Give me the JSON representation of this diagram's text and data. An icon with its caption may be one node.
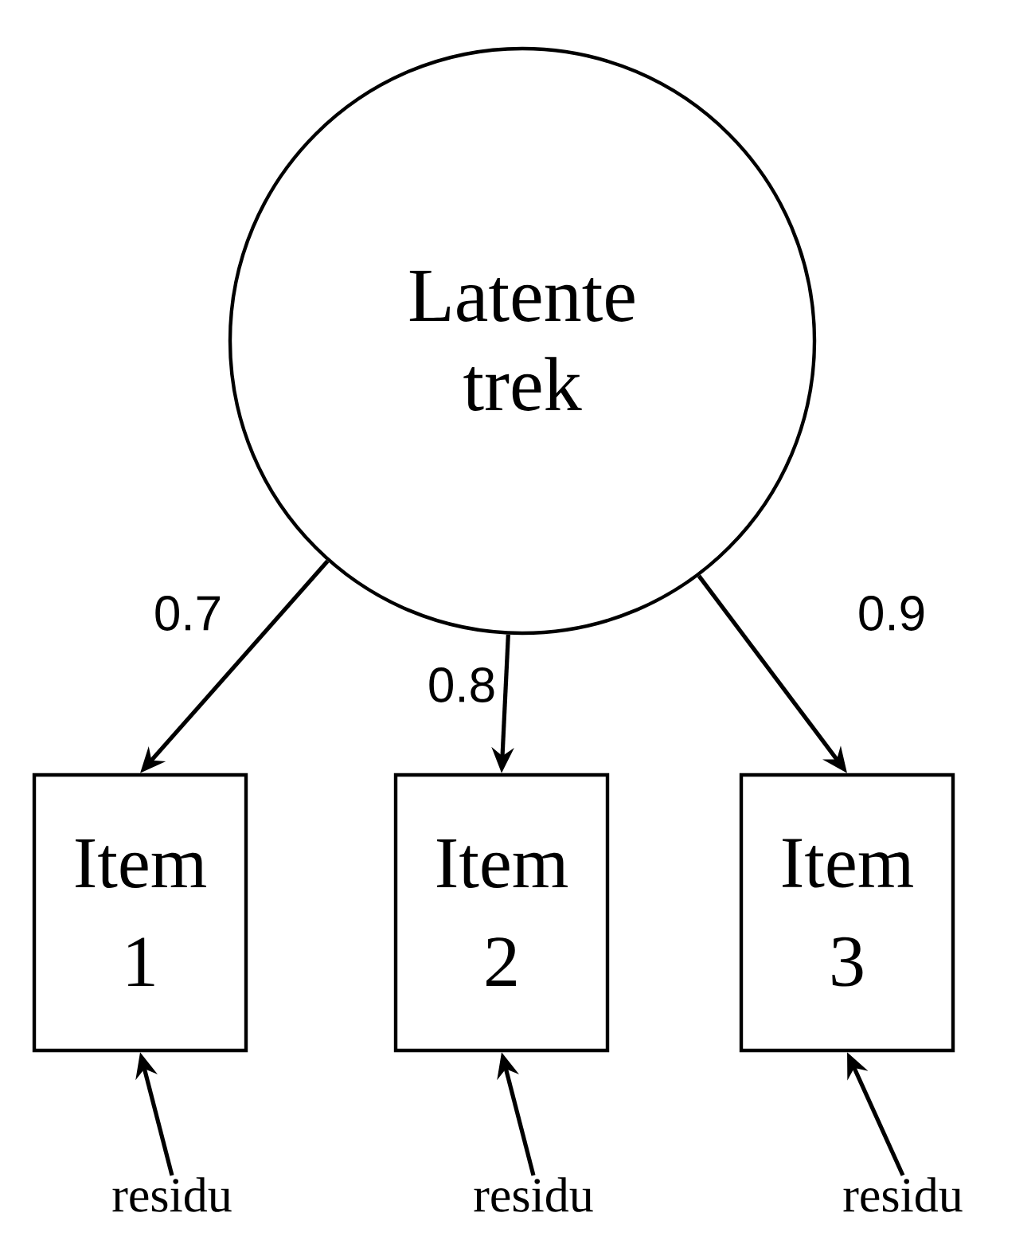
{
  "diagram": {
    "nodes": [
      {
        "text": [
          "Latente trek"
        ]
      },
      {
        "text": [
          "Item 1"
        ]
      },
      {
        "text": [
          "Item 2"
        ]
      },
      {
        "text": [
          "Item 3"
        ]
      },
      {
        "text": [
          "residu"
        ]
      },
      {
        "text": [
          "residu"
        ]
      },
      {
        "text": [
          "residu"
        ]
      }
    ],
    "edges": [
      {
        "from": 0,
        "to": 1,
        "arrow": "to",
        "label": "0.7"
      },
      {
        "from": 0,
        "to": 2,
        "arrow": "to",
        "label": "0.8"
      },
      {
        "from": 0,
        "to": 3,
        "arrow": "to",
        "label": "0.9"
      },
      {
        "from": 4,
        "to": 1,
        "arrow": "to"
      },
      {
        "from": 5,
        "to": 2,
        "arrow": "to"
      },
      {
        "from": 6,
        "to": 3,
        "arrow": "to"
      }
    ]
  }
}
